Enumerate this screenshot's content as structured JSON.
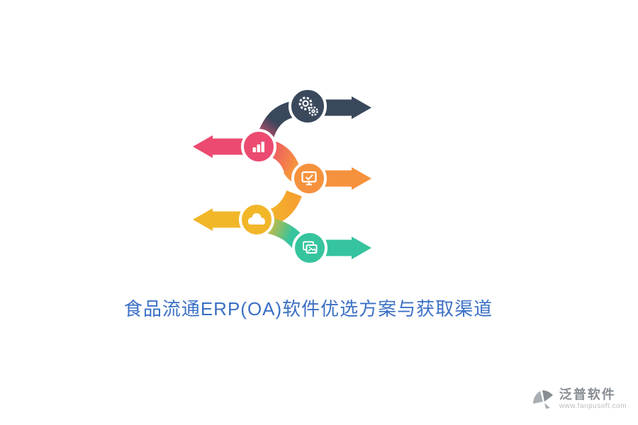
{
  "canvas": {
    "background": "#ffffff"
  },
  "title": {
    "text": "食品流通ERP(OA)软件优选方案与获取渠道",
    "color": "#3b70c5"
  },
  "infographic": {
    "description": "five interleaved ribbon arrows with circular icon badges",
    "items": [
      {
        "id": "step-gear",
        "icon": "gear-icon",
        "color": "#3a485c",
        "direction": "right"
      },
      {
        "id": "step-chart",
        "icon": "bar-chart-icon",
        "color": "#ec4a70",
        "direction": "left"
      },
      {
        "id": "step-screen",
        "icon": "screen-check-icon",
        "color": "#f6923e",
        "direction": "right"
      },
      {
        "id": "step-cloud",
        "icon": "cloud-icon",
        "color": "#f2b629",
        "direction": "left"
      },
      {
        "id": "step-images",
        "icon": "images-icon",
        "color": "#35c49e",
        "direction": "right"
      }
    ],
    "blend_orange": "#f6a030",
    "ring_color": "#ffffff"
  },
  "footer": {
    "brand": "泛普软件",
    "website": "www.fanpusoft.com",
    "brand_color": "#878d93",
    "website_color": "#b9bec3"
  }
}
